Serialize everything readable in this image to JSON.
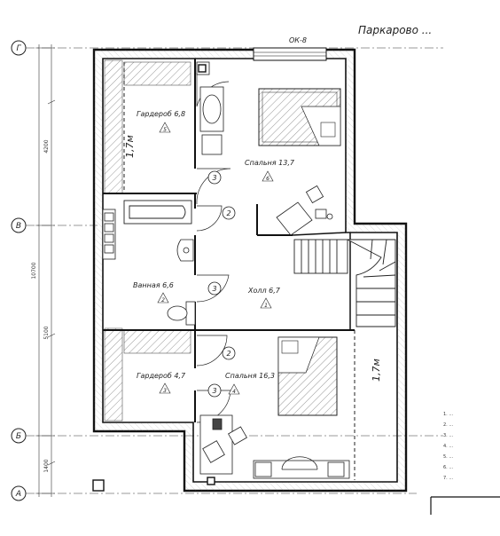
{
  "header": {
    "title_fragment": "Паркарово ...",
    "window_mark": "ОК-8"
  },
  "axes": {
    "g": "Г",
    "v": "В",
    "b": "Б",
    "a": "А"
  },
  "dimensions": {
    "d1": "4200",
    "d2": "10700",
    "d3": "5100",
    "d4": "1400"
  },
  "rooms": {
    "wardrobe1": {
      "name": "Гардероб 6,8",
      "num": "5"
    },
    "bedroom1": {
      "name": "Спальня 13,7",
      "num": "6"
    },
    "bathroom": {
      "name": "Ванная 6,6",
      "num": "2"
    },
    "hall": {
      "name": "Холл 6,7",
      "num": "1"
    },
    "wardrobe2": {
      "name": "Гардероб 4,7",
      "num": "3"
    },
    "bedroom2": {
      "name": "Спальня 16,3",
      "num": "4"
    }
  },
  "heights": {
    "left": "1,7м",
    "right": "1,7м"
  },
  "door_marks": {
    "m1": "3",
    "m2": "2",
    "m3": "3",
    "m4": "2",
    "m5": "3"
  },
  "notes": [
    "1. ...",
    "2. ...",
    "3. ...",
    "4. ...",
    "5. ...",
    "6. ...",
    "7. ..."
  ]
}
